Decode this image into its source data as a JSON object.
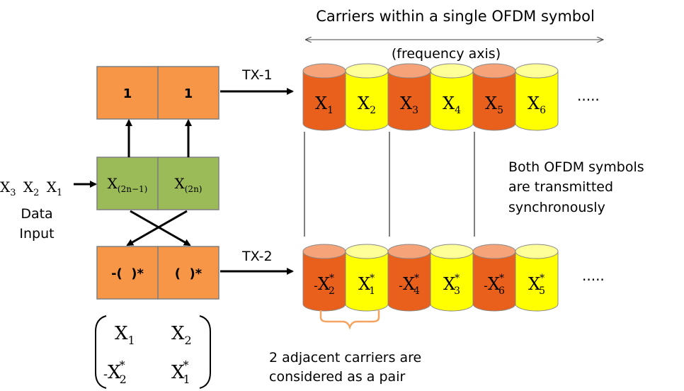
{
  "header": {
    "title": "Carriers within a single OFDM symbol",
    "subtitle": "(frequency axis)"
  },
  "blocks": {
    "tx1_cells": [
      "1",
      "1"
    ],
    "mid_cells": [
      {
        "base": "X",
        "sub": "(2n−1)"
      },
      {
        "base": "X",
        "sub": "(2n)"
      }
    ],
    "tx2_cells": [
      "-(  )*",
      "(  )*"
    ]
  },
  "labels": {
    "tx1": "TX-1",
    "tx2": "TX-2",
    "data_line1": "Data",
    "data_line2": "Input",
    "sync_line1": "Both OFDM symbols",
    "sync_line2": "are transmitted",
    "sync_line3": "synchronously",
    "pair_line1": "2 adjacent carriers are",
    "pair_line2": "considered as a pair",
    "ellipsis": "....."
  },
  "input_symbols": [
    {
      "base": "X",
      "sub": "3"
    },
    {
      "base": "X",
      "sub": "2"
    },
    {
      "base": "X",
      "sub": "1"
    }
  ],
  "tx1_carriers": [
    {
      "prefix": "",
      "base": "X",
      "sub": "1",
      "sup": "",
      "color": "orange"
    },
    {
      "prefix": "",
      "base": "X",
      "sub": "2",
      "sup": "",
      "color": "yellow"
    },
    {
      "prefix": "",
      "base": "X",
      "sub": "3",
      "sup": "",
      "color": "orange"
    },
    {
      "prefix": "",
      "base": "X",
      "sub": "4",
      "sup": "",
      "color": "yellow"
    },
    {
      "prefix": "",
      "base": "X",
      "sub": "5",
      "sup": "",
      "color": "orange"
    },
    {
      "prefix": "",
      "base": "X",
      "sub": "6",
      "sup": "",
      "color": "yellow"
    }
  ],
  "tx2_carriers": [
    {
      "prefix": "-",
      "base": "X",
      "sub": "2",
      "sup": "*",
      "color": "orange"
    },
    {
      "prefix": "",
      "base": "X",
      "sub": "1",
      "sup": "*",
      "color": "yellow"
    },
    {
      "prefix": "-",
      "base": "X",
      "sub": "4",
      "sup": "*",
      "color": "orange"
    },
    {
      "prefix": "",
      "base": "X",
      "sub": "3",
      "sup": "*",
      "color": "yellow"
    },
    {
      "prefix": "-",
      "base": "X",
      "sub": "6",
      "sup": "*",
      "color": "orange"
    },
    {
      "prefix": "",
      "base": "X",
      "sub": "5",
      "sup": "*",
      "color": "yellow"
    }
  ],
  "matrix": [
    [
      {
        "prefix": "",
        "base": "X",
        "sub": "1",
        "sup": ""
      },
      {
        "prefix": "",
        "base": "X",
        "sub": "2",
        "sup": ""
      }
    ],
    [
      {
        "prefix": "-",
        "base": "X",
        "sub": "2",
        "sup": "*"
      },
      {
        "prefix": "",
        "base": "X",
        "sub": "1",
        "sup": "*"
      }
    ]
  ],
  "colors": {
    "orange_side": "#e8601c",
    "orange_top": "#f6a37a",
    "yellow_side": "#ffff00",
    "yellow_top": "#ffff99",
    "block_orange": "#f79646",
    "block_green": "#9bbb59",
    "block_border": "#7f7f7f",
    "brace": "#f4a460"
  }
}
